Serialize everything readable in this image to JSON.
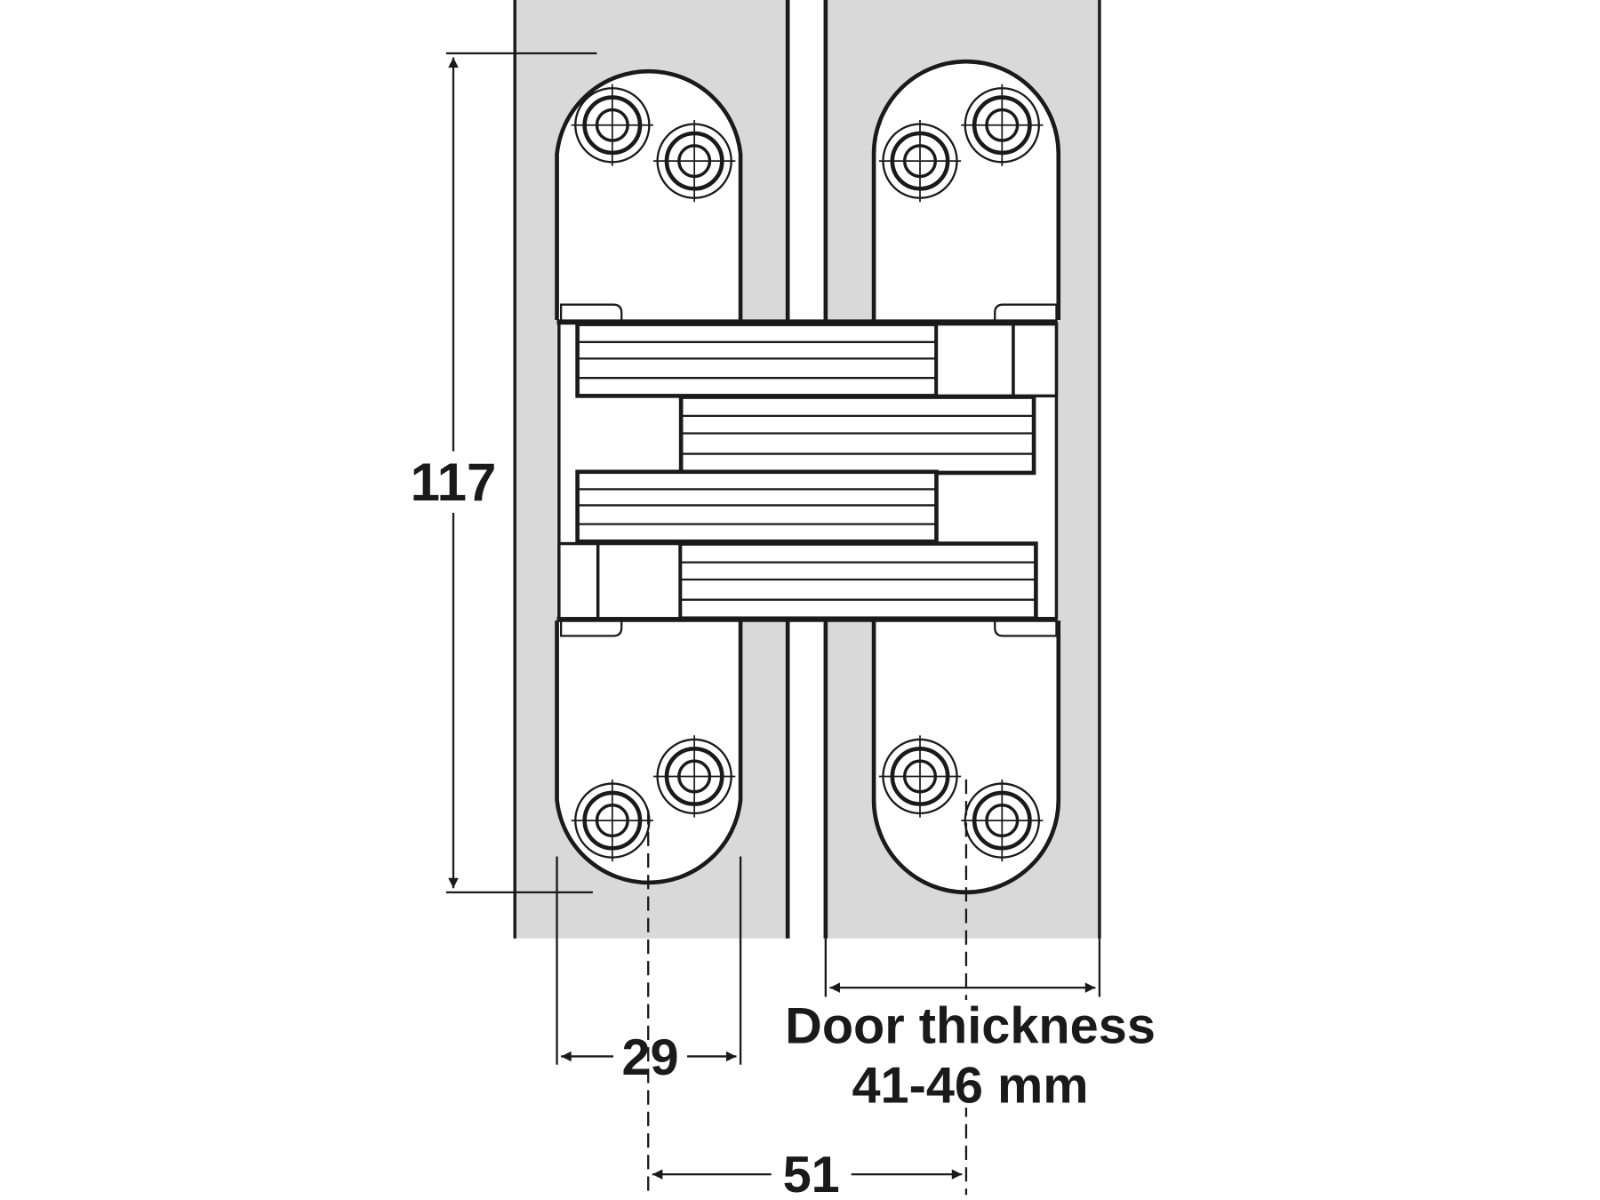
{
  "dimensions": {
    "height": "117",
    "screw_offset": "29",
    "hole_spacing": "51",
    "door_thickness_label": "Door thickness",
    "door_thickness_range": "41-46 mm"
  },
  "colors": {
    "frame_gray": "#d9d9d9",
    "line": "#1a1a1a"
  }
}
